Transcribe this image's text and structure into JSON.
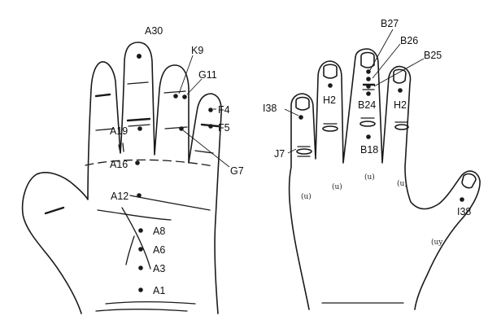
{
  "left_hand": {
    "points": {
      "a30": "A30",
      "k9": "K9",
      "g11": "G11",
      "f4": "F4",
      "f5": "F5",
      "g7": "G7",
      "a19": "A19",
      "a16": "A16",
      "a12": "A12",
      "a8": "A8",
      "a6": "A6",
      "a3": "A3",
      "a1": "A1"
    }
  },
  "right_hand": {
    "points": {
      "b27": "B27",
      "b26": "B26",
      "b25": "B25",
      "b24": "B24",
      "h2_index": "H2",
      "h2_ring": "H2",
      "i38_little": "I38",
      "i38_thumb": "I38",
      "j7": "J7",
      "b18": "B18"
    }
  }
}
